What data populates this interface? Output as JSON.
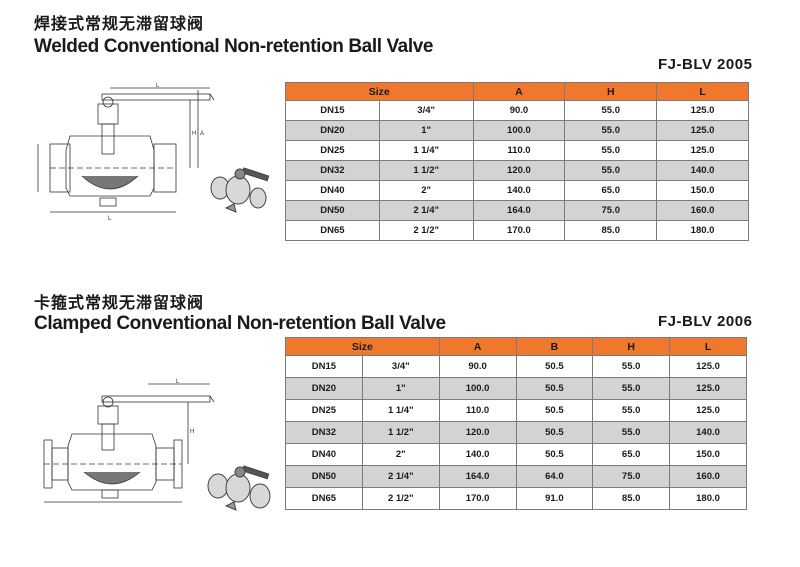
{
  "sections": [
    {
      "title_cn": "焊接式常规无滞留球阀",
      "title_en": "Welded Conventional Non-retention Ball Valve",
      "code": "FJ-BLV 2005",
      "headers": [
        "Size",
        "A",
        "H",
        "L"
      ],
      "rows": [
        [
          "DN15",
          "3/4\"",
          "90.0",
          "55.0",
          "125.0"
        ],
        [
          "DN20",
          "1\"",
          "100.0",
          "55.0",
          "125.0"
        ],
        [
          "DN25",
          "1 1/4\"",
          "110.0",
          "55.0",
          "125.0"
        ],
        [
          "DN32",
          "1 1/2\"",
          "120.0",
          "55.0",
          "140.0"
        ],
        [
          "DN40",
          "2\"",
          "140.0",
          "65.0",
          "150.0"
        ],
        [
          "DN50",
          "2 1/4\"",
          "164.0",
          "75.0",
          "160.0"
        ],
        [
          "DN65",
          "2 1/2\"",
          "170.0",
          "85.0",
          "180.0"
        ]
      ]
    },
    {
      "title_cn": "卡箍式常规无滞留球阀",
      "title_en": "Clamped Conventional Non-retention Ball Valve",
      "code": "FJ-BLV 2006",
      "headers": [
        "Size",
        "A",
        "B",
        "H",
        "L"
      ],
      "rows": [
        [
          "DN15",
          "3/4\"",
          "90.0",
          "50.5",
          "55.0",
          "125.0"
        ],
        [
          "DN20",
          "1\"",
          "100.0",
          "50.5",
          "55.0",
          "125.0"
        ],
        [
          "DN25",
          "1 1/4\"",
          "110.0",
          "50.5",
          "55.0",
          "125.0"
        ],
        [
          "DN32",
          "1 1/2\"",
          "120.0",
          "50.5",
          "55.0",
          "140.0"
        ],
        [
          "DN40",
          "2\"",
          "140.0",
          "50.5",
          "65.0",
          "150.0"
        ],
        [
          "DN50",
          "2 1/4\"",
          "164.0",
          "64.0",
          "75.0",
          "160.0"
        ],
        [
          "DN65",
          "2 1/2\"",
          "170.0",
          "91.0",
          "85.0",
          "180.0"
        ]
      ]
    }
  ],
  "colors": {
    "header": "#f0782d",
    "alt_row": "#d3d3d3",
    "border": "#7a7a7a"
  },
  "icons": [
    "valve-technical-drawing",
    "valve-photo"
  ]
}
